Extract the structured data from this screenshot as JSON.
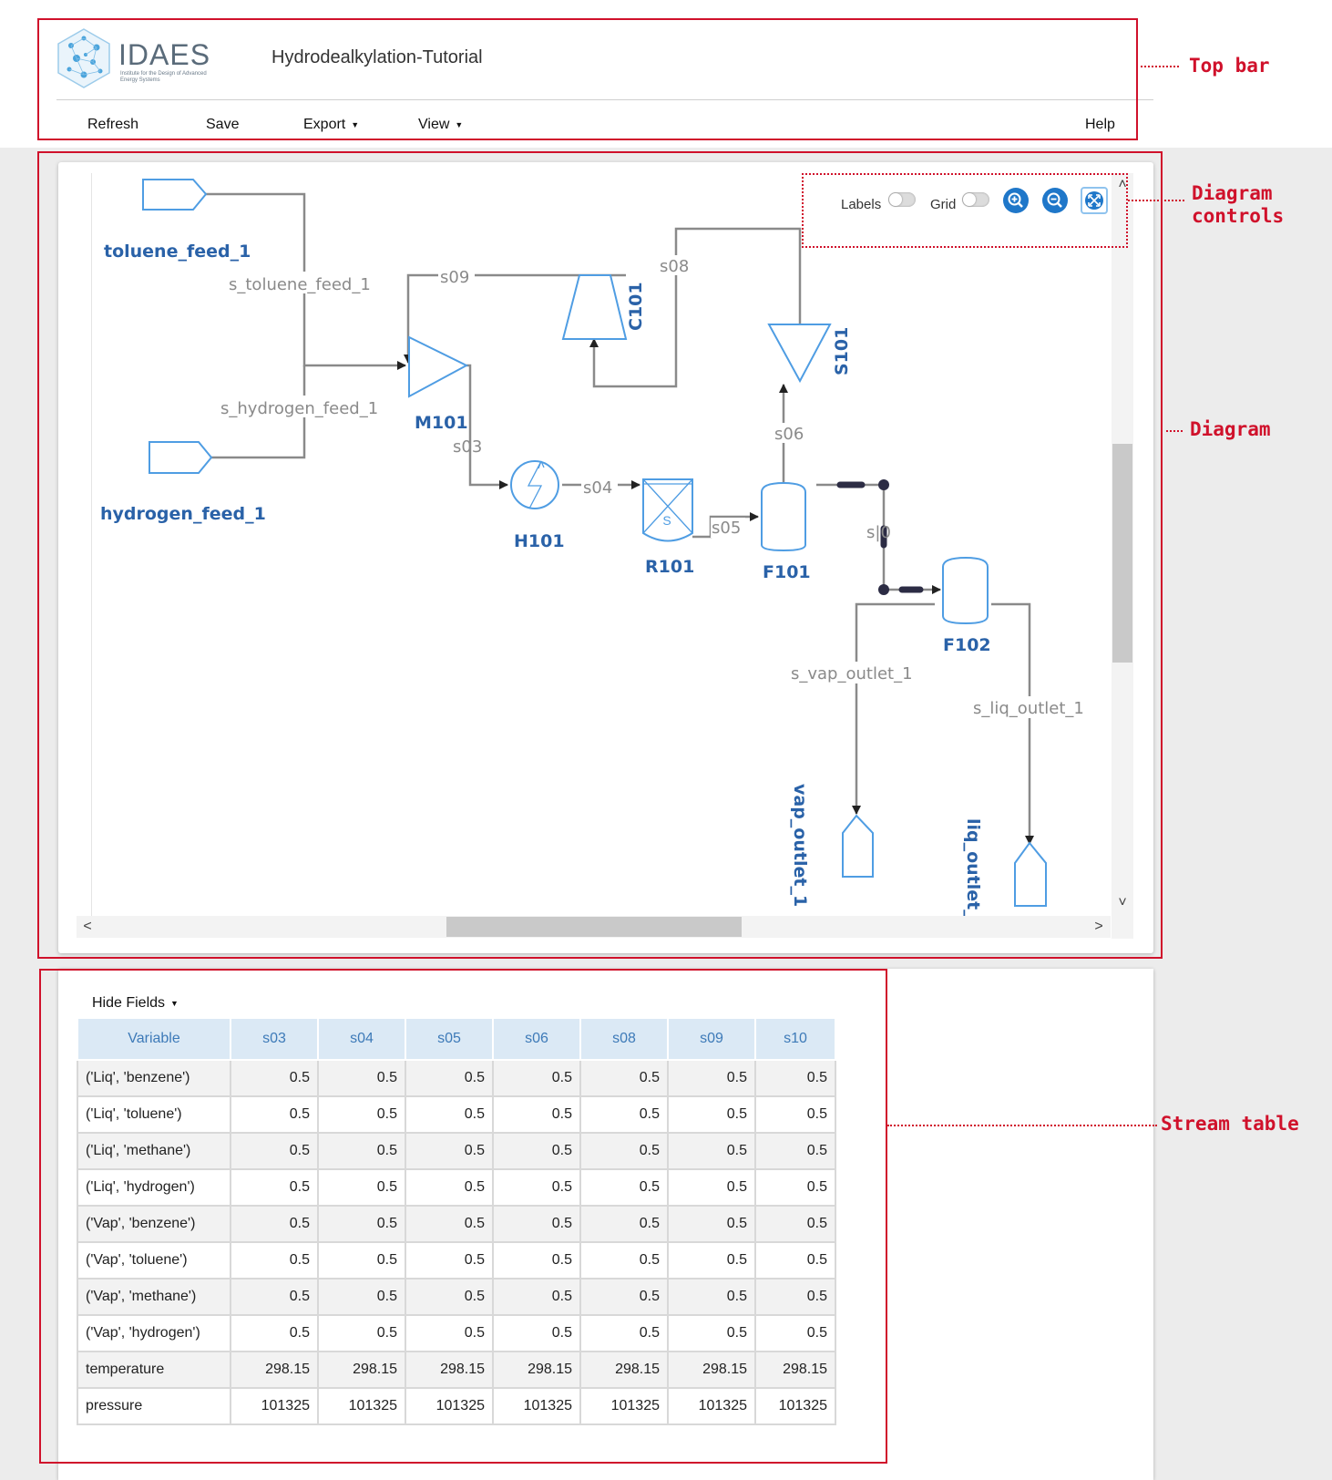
{
  "topbar": {
    "logo_text": "IDAES",
    "logo_subtitle": "Institute for the Design of Advanced Energy Systems",
    "title": "Hydrodealkylation-Tutorial",
    "menu": {
      "refresh": "Refresh",
      "save": "Save",
      "export": "Export",
      "view": "View",
      "help": "Help"
    }
  },
  "diagram_controls": {
    "labels_toggle": "Labels",
    "grid_toggle": "Grid",
    "icons": [
      "zoom-in-icon",
      "zoom-out-icon",
      "fit-icon"
    ]
  },
  "diagram": {
    "units": {
      "toluene_feed": "toluene_feed_1",
      "hydrogen_feed": "hydrogen_feed_1",
      "mixer": "M101",
      "compressor": "C101",
      "splitter": "S101",
      "heater": "H101",
      "reactor": "R101",
      "reactor_symbol": "S",
      "flash1": "F101",
      "flash2": "F102",
      "vap_outlet": "vap_outlet_1",
      "liq_outlet": "liq_outlet_"
    },
    "streams": {
      "s_toluene_feed": "s_toluene_feed_1",
      "s_hydrogen_feed": "s_hydrogen_feed_1",
      "s03": "s03",
      "s04": "s04",
      "s05": "s05",
      "s06": "s06",
      "s08": "s08",
      "s09": "s09",
      "s10": "s|0",
      "s_vap_outlet": "s_vap_outlet_1",
      "s_liq_outlet": "s_liq_outlet_1"
    },
    "colors": {
      "unit": "#4f9de3",
      "label": "#2a62a8",
      "stream": "#8a8a8a",
      "edit": "#2c2c44"
    }
  },
  "stream_table": {
    "hide_fields": "Hide Fields",
    "columns": [
      "Variable",
      "s03",
      "s04",
      "s05",
      "s06",
      "s08",
      "s09",
      "s10"
    ],
    "rows": [
      [
        "('Liq', 'benzene')",
        "0.5",
        "0.5",
        "0.5",
        "0.5",
        "0.5",
        "0.5",
        "0.5"
      ],
      [
        "('Liq', 'toluene')",
        "0.5",
        "0.5",
        "0.5",
        "0.5",
        "0.5",
        "0.5",
        "0.5"
      ],
      [
        "('Liq', 'methane')",
        "0.5",
        "0.5",
        "0.5",
        "0.5",
        "0.5",
        "0.5",
        "0.5"
      ],
      [
        "('Liq', 'hydrogen')",
        "0.5",
        "0.5",
        "0.5",
        "0.5",
        "0.5",
        "0.5",
        "0.5"
      ],
      [
        "('Vap', 'benzene')",
        "0.5",
        "0.5",
        "0.5",
        "0.5",
        "0.5",
        "0.5",
        "0.5"
      ],
      [
        "('Vap', 'toluene')",
        "0.5",
        "0.5",
        "0.5",
        "0.5",
        "0.5",
        "0.5",
        "0.5"
      ],
      [
        "('Vap', 'methane')",
        "0.5",
        "0.5",
        "0.5",
        "0.5",
        "0.5",
        "0.5",
        "0.5"
      ],
      [
        "('Vap', 'hydrogen')",
        "0.5",
        "0.5",
        "0.5",
        "0.5",
        "0.5",
        "0.5",
        "0.5"
      ],
      [
        "temperature",
        "298.15",
        "298.15",
        "298.15",
        "298.15",
        "298.15",
        "298.15",
        "298.15"
      ],
      [
        "pressure",
        "101325",
        "101325",
        "101325",
        "101325",
        "101325",
        "101325",
        "101325"
      ]
    ]
  },
  "annotations": {
    "top_bar": "Top bar",
    "diagram_controls": "Diagram\ncontrols",
    "diagram": "Diagram",
    "stream_table": "Stream table",
    "color": "#d0112b"
  },
  "scroll_arrows": {
    "up": "˄",
    "down": "˅",
    "left": "<",
    "right": ">"
  }
}
